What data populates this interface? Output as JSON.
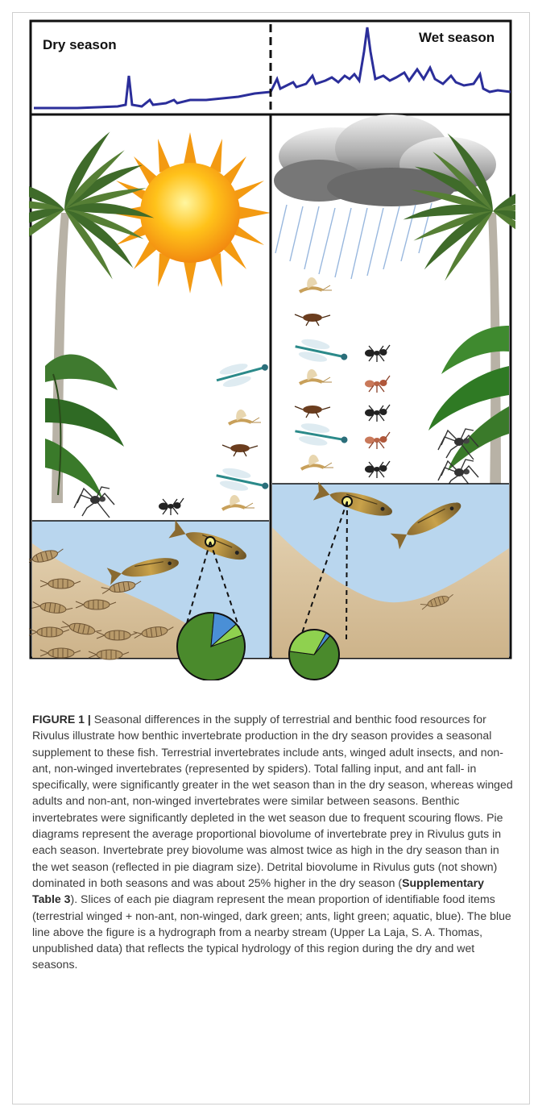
{
  "hydrograph": {
    "dry_label": "Dry season",
    "wet_label": "Wet season",
    "line_color": "#2b2e9a"
  },
  "scene": {
    "water_color": "#b9d6ee",
    "sand_color": "#dcc6a2"
  },
  "pies": {
    "colors": {
      "terrestrial": "#4a8a2c",
      "ants": "#8fd14f",
      "aquatic": "#4a8fd6"
    },
    "dry": [
      {
        "item": "terrestrial",
        "value": 0.82
      },
      {
        "item": "aquatic",
        "value": 0.12
      },
      {
        "item": "ants",
        "value": 0.06
      }
    ],
    "wet": [
      {
        "item": "terrestrial",
        "value": 0.66
      },
      {
        "item": "ants",
        "value": 0.31
      },
      {
        "item": "aquatic",
        "value": 0.03
      }
    ]
  },
  "caption": {
    "label": "FIGURE 1 |",
    "part1": " Seasonal differences in the supply of terrestrial and benthic food resources for Rivulus illustrate how benthic invertebrate production in the dry season provides a seasonal supplement to these fish. Terrestrial invertebrates include ants, winged adult insects, and non-ant, non-winged invertebrates (represented by spiders). Total falling input, and ant fall- in specifically, were significantly greater in the wet season than in the dry season, whereas winged adults and non-ant, non-winged invertebrates were similar between seasons. Benthic invertebrates were significantly depleted in the wet season due to frequent scouring flows. Pie diagrams represent the average proportional biovolume of invertebrate prey in Rivulus guts in each season. Invertebrate prey biovolume was almost twice as high in the dry season than in the wet season (reflected in pie diagram size). Detrital biovolume in Rivulus guts (not shown) dominated in both seasons and was about 25% higher in the dry season (",
    "ref": "Supplementary Table 3",
    "part2": "). Slices of each pie diagram represent the mean proportion of identifiable food items (terrestrial winged + non-ant, non-winged, dark green; ants, light green; aquatic, blue). The blue line above the figure is a hydrograph from a nearby stream (Upper La Laja, S. A. Thomas, unpublished data) that reflects the typical hydrology of this region during the dry and wet seasons."
  }
}
